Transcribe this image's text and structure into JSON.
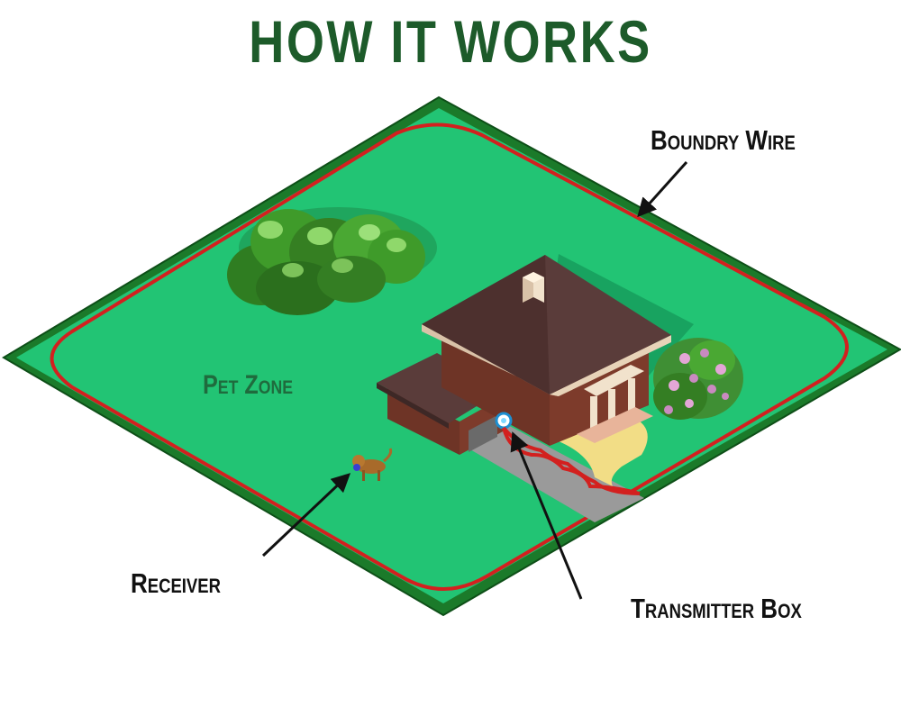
{
  "title": "HOW IT WORKS",
  "labels": {
    "boundary_wire": "Boundry Wire",
    "pet_zone": "Pet Zone",
    "receiver": "Receiver",
    "transmitter_box": "Transmitter Box"
  },
  "colors": {
    "title": "#1d5b2a",
    "lawn": "#22c474",
    "lawn_border": "#1b7a2a",
    "wire": "#d3201f",
    "roof": "#5a3c3a",
    "house_wall": "#6e3426",
    "bush": "#3f9b2a",
    "flower_bush": "#c98ac0",
    "driveway": "#9a9a9a",
    "path": "#f2dd86",
    "arrow": "#111111"
  }
}
